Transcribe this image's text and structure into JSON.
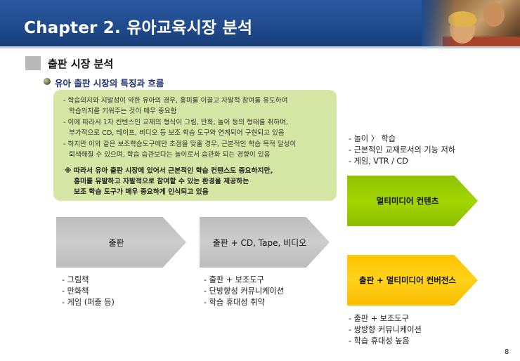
{
  "header": {
    "title": "Chapter 2.  유아교육시장 분석"
  },
  "section": {
    "title": "출판 시장 분석",
    "subtitle": "유아 출판 시장의 특징과 흐름"
  },
  "green_box": {
    "items": [
      {
        "line1": "- 학습의지와 지발성이 약한 유아의 경우, 흥미를 이끌고 자발적 참여를 유도하여",
        "line2": "학습의지를 키워주는 것이 매우 중요함"
      },
      {
        "line1": "- 이에 따라서 1차 컨텐스인 교재의 형식이 그림, 만화, 놀이 등의 형태를 취하며,",
        "line2": "부가적으로 CD, 테이프, 비디오 등 보조 학습 도구와 연계되어 구현되고 있음"
      },
      {
        "line1": "- 하지만 이와 같은 보조학습도구에만 초점을 맞출 경우, 근본적인 학습 목적 달성이",
        "line2": "퇴색해질 수 있으며, 학습 습관보다는 놀이로서 습관화 되는 경향이 있음"
      }
    ],
    "note": {
      "line1": "※  따라서 유아  출판 시장에 있어서 근본적인 학습 컨텐스도 중요하지만,",
      "line2": "흥미를 유발하고 자발적으로 참여할 수 있는 환경을 제공하는",
      "line3": "보조 학습 도구가 매우 중요하게 인식되고 있음"
    }
  },
  "chevrons": {
    "publishing": "출판",
    "publishing_av": "출판 + CD, Tape, 비디오",
    "multimedia": "멀티미디어 컨텐츠",
    "convergence": "출판 + 멀티미디어 컨버전스"
  },
  "lists": {
    "top_right": [
      "- 놀이 〉 학습",
      "- 근본적인 교재로서의 기능 저하",
      "- 게임, VTR / CD"
    ],
    "publishing": [
      "- 그림책",
      "- 만화책",
      "- 게임 (퍼즐 등)"
    ],
    "publishing_av": [
      "- 출판 + 보조도구",
      "- 단방향성 커뮤니케이션",
      "- 학습 휴대성 취약"
    ],
    "convergence": [
      "- 출판 + 보조도구",
      "- 쌍방향 커뮤니케이션",
      "- 학습 휴대성 높음"
    ]
  },
  "page_number": "8",
  "colors": {
    "header": "#1f4a8c",
    "green_box": "#d6e6a4",
    "chevron_gray": "#c4c4c4",
    "chevron_green": "#9acb00",
    "chevron_yellow": "#ffc800"
  }
}
